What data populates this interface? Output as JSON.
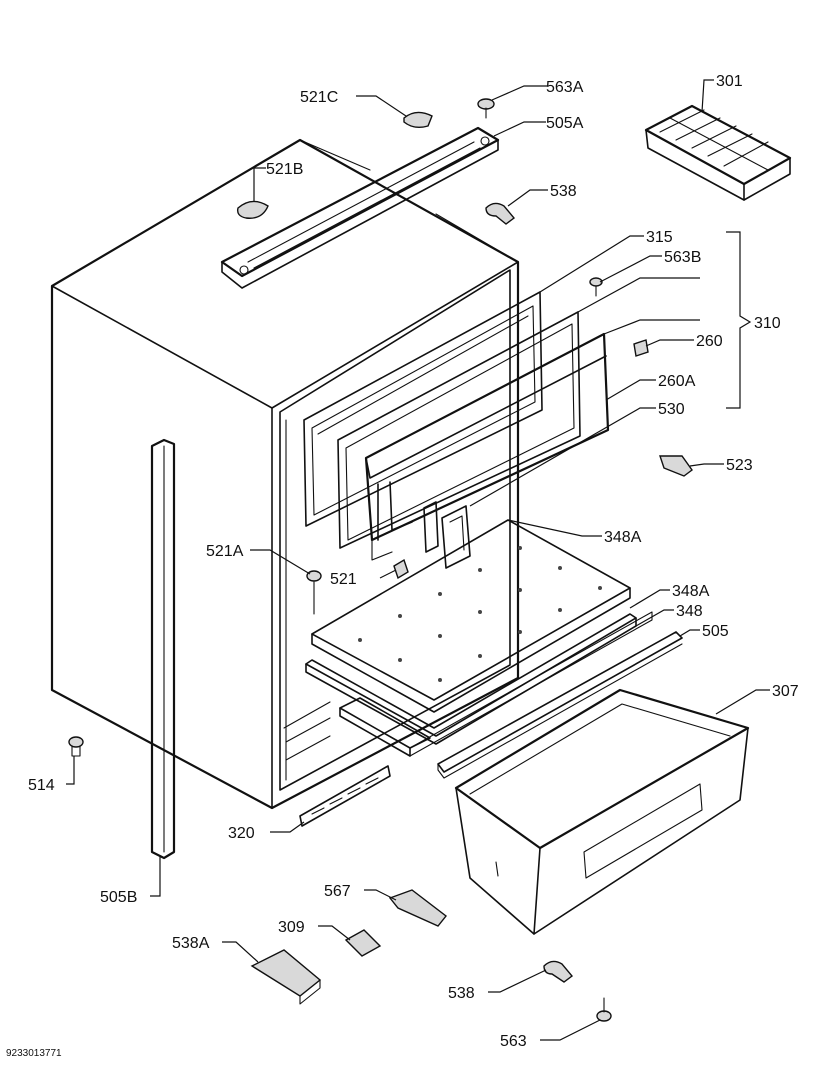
{
  "document_number": "9233013771",
  "labels": {
    "l563A": "563A",
    "l521C": "521C",
    "l505A": "505A",
    "l301": "301",
    "l521B": "521B",
    "l538_top": "538",
    "l315": "315",
    "l563B": "563B",
    "l310": "310",
    "l260": "260",
    "l260A": "260A",
    "l530": "530",
    "l523": "523",
    "l348A_top": "348A",
    "l521A": "521A",
    "l521": "521",
    "l348A_mid": "348A",
    "l348": "348",
    "l505": "505",
    "l307": "307",
    "l514": "514",
    "l320": "320",
    "l505B": "505B",
    "l567": "567",
    "l309": "309",
    "l538A": "538A",
    "l538_bottom": "538",
    "l563": "563"
  }
}
